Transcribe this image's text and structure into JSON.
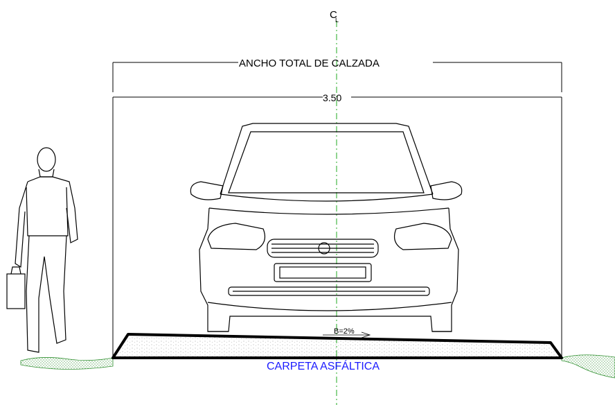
{
  "drawing": {
    "centerline_symbol": "CL",
    "width_title": "ANCHO TOTAL DE CALZADA",
    "width_value": "3.50",
    "slope_label": "B=2%",
    "pavement_label": "CARPETA ASFÁLTICA",
    "colors": {
      "lines": "#000000",
      "centerline": "#22aa22",
      "pavement_label": "#1a1aff",
      "ground_hatch": "#2f8f2f"
    }
  }
}
